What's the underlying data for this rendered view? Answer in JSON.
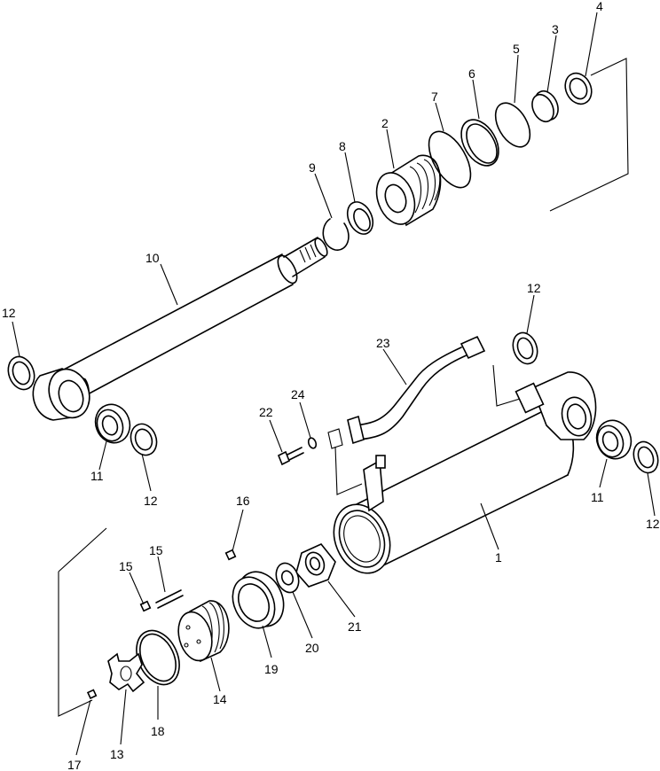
{
  "diagram": {
    "callouts": [
      {
        "id": "c1",
        "text": "1"
      },
      {
        "id": "c2",
        "text": "2"
      },
      {
        "id": "c3",
        "text": "3"
      },
      {
        "id": "c4",
        "text": "4"
      },
      {
        "id": "c5",
        "text": "5"
      },
      {
        "id": "c6",
        "text": "6"
      },
      {
        "id": "c7",
        "text": "7"
      },
      {
        "id": "c8",
        "text": "8"
      },
      {
        "id": "c9",
        "text": "9"
      },
      {
        "id": "c10",
        "text": "10"
      },
      {
        "id": "c11a",
        "text": "11"
      },
      {
        "id": "c11b",
        "text": "11"
      },
      {
        "id": "c12a",
        "text": "12"
      },
      {
        "id": "c12b",
        "text": "12"
      },
      {
        "id": "c12c",
        "text": "12"
      },
      {
        "id": "c12d",
        "text": "12"
      },
      {
        "id": "c13",
        "text": "13"
      },
      {
        "id": "c14",
        "text": "14"
      },
      {
        "id": "c15a",
        "text": "15"
      },
      {
        "id": "c15b",
        "text": "15"
      },
      {
        "id": "c16",
        "text": "16"
      },
      {
        "id": "c17",
        "text": "17"
      },
      {
        "id": "c18",
        "text": "18"
      },
      {
        "id": "c19",
        "text": "19"
      },
      {
        "id": "c20",
        "text": "20"
      },
      {
        "id": "c21",
        "text": "21"
      },
      {
        "id": "c22",
        "text": "22"
      },
      {
        "id": "c23",
        "text": "23"
      },
      {
        "id": "c24",
        "text": "24"
      }
    ]
  }
}
